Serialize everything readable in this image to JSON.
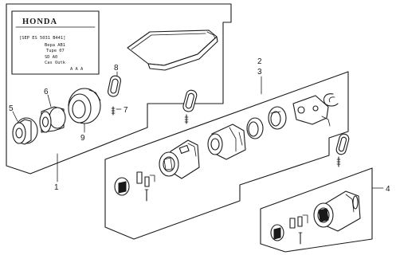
{
  "card": {
    "brand": "HONDA",
    "lines": [
      "[SEP ES 5031 B441]",
      "Bepa  AB1",
      "Tupe 07",
      "SD  A0",
      "Cas Outk",
      "A  A  A"
    ]
  },
  "callouts": {
    "c1": "1",
    "c2": "2",
    "c3": "3",
    "c4": "4",
    "c5": "5",
    "c6": "6",
    "c7": "7",
    "c8": "8",
    "c9": "9"
  }
}
